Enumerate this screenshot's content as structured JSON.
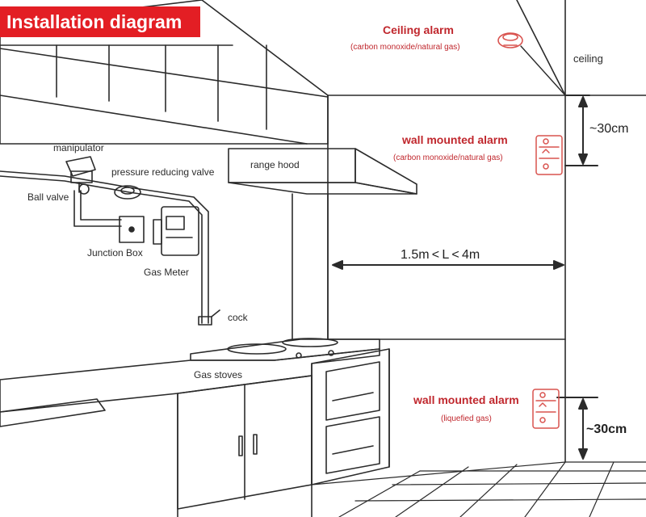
{
  "title": "Installation diagram",
  "labels": {
    "ceiling_alarm": "Ceiling alarm",
    "ceiling_alarm_sub": "(carbon monoxide/natural gas)",
    "ceiling": "ceiling",
    "wall_alarm_top": "wall mounted alarm",
    "wall_alarm_top_sub": "(carbon monoxide/natural gas)",
    "top_distance": "~30cm",
    "range_hood": "range hood",
    "manipulator": "manipulator",
    "pressure_valve": "pressure reducing valve",
    "ball_valve": "Ball valve",
    "junction_box": "Junction Box",
    "gas_meter": "Gas Meter",
    "cock": "cock",
    "gas_stoves": "Gas stoves",
    "distance_range": "1.5m < L < 4m",
    "wall_alarm_bottom": "wall mounted alarm",
    "wall_alarm_bottom_sub": "(liquefied gas)",
    "bottom_distance": "~30cm"
  },
  "colors": {
    "accent": "#e31e24",
    "alarm_text": "#c0272d",
    "line": "#2b2b2b",
    "alarm_device": "#d9534f"
  },
  "icons": [
    "ceiling-alarm-icon",
    "wall-alarm-icon",
    "gas-meter-icon",
    "junction-box-icon",
    "valve-icon"
  ]
}
